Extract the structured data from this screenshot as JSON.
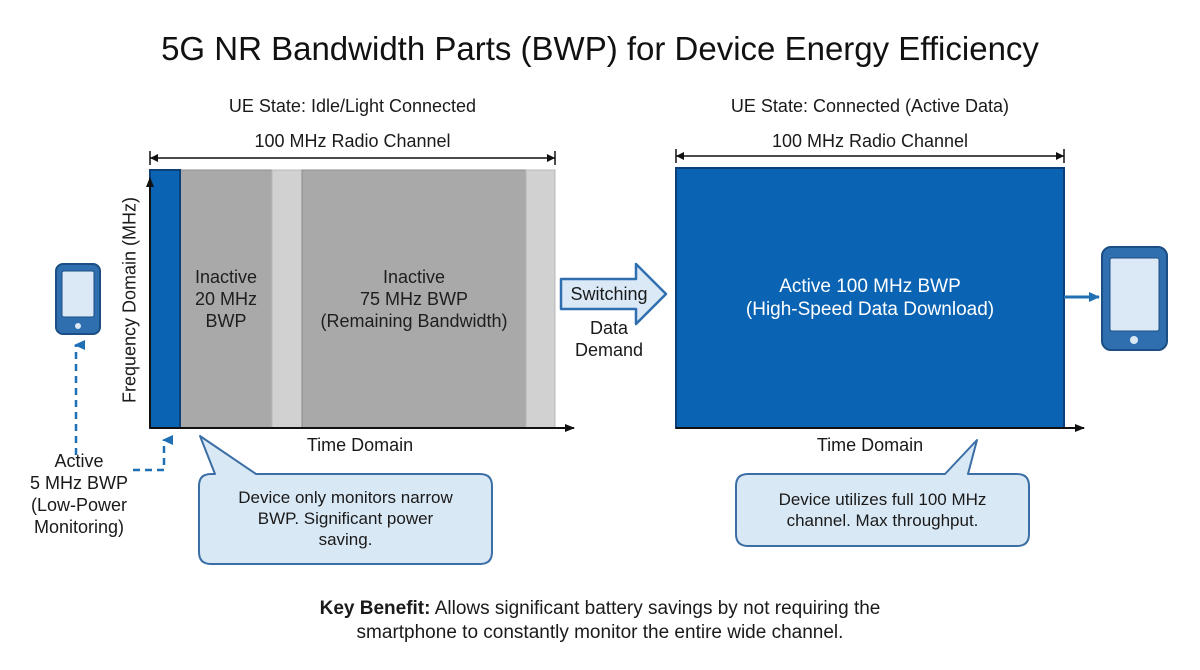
{
  "title": "5G NR Bandwidth Parts (BWP) for Device Energy Efficiency",
  "left_panel": {
    "state_label": "UE State: Idle/Light Connected",
    "channel_label": "100 MHz Radio Channel",
    "y_axis_label": "Frequency Domain (MHz)",
    "x_axis_label": "Time Domain",
    "bwp_20": [
      "Inactive",
      "20 MHz",
      "BWP"
    ],
    "bwp_75": [
      "Inactive",
      "75 MHz BWP",
      "(Remaining Bandwidth)"
    ],
    "active_5mhz": [
      "Active",
      "5 MHz BWP",
      "(Low-Power",
      "Monitoring)"
    ],
    "callout": [
      "Device only monitors narrow",
      "BWP. Significant power",
      "saving."
    ]
  },
  "switching": {
    "arrow_label": "Switching",
    "demand_label": [
      "Data",
      "Demand"
    ]
  },
  "right_panel": {
    "state_label": "UE State: Connected (Active Data)",
    "channel_label": "100 MHz Radio Channel",
    "x_axis_label": "Time Domain",
    "bwp_100": [
      "Active 100 MHz BWP",
      "(High-Speed Data Download)"
    ],
    "callout": [
      "Device utilizes full 100 MHz",
      "channel. Max throughput."
    ]
  },
  "key_benefit": {
    "prefix": "Key Benefit:",
    "text": "Allows significant battery savings by not requiring the",
    "text_line2": "smartphone to constantly monitor the entire wide channel."
  },
  "colors": {
    "active_blue": "#0a63b3",
    "inactive_gray": "#a9a9a9",
    "light_gray": "#d1d1d1",
    "callout_fill": "#d9e8f5",
    "phone_blue": "#2f6fb0"
  },
  "icons": [
    "smartphone-icon-left",
    "smartphone-icon-right"
  ]
}
